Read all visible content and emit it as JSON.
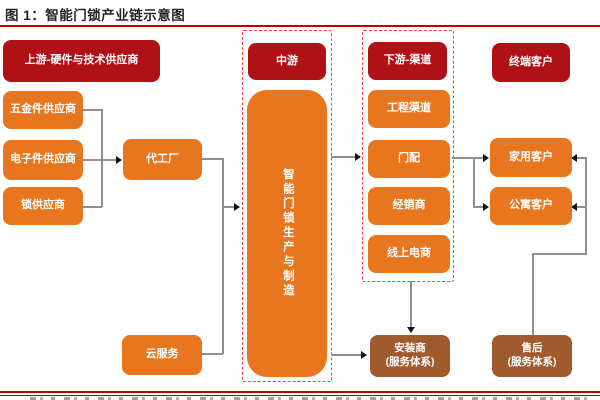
{
  "title": "图 1：智能门锁产业链示意图",
  "diagram": {
    "upstream": {
      "header": "上游-硬件与技术供应商",
      "suppliers": [
        "五金件供应商",
        "电子件供应商",
        "锁供应商"
      ],
      "oem": "代工厂",
      "cloud": "云服务"
    },
    "midstream": {
      "header": "中游",
      "producer": "智能门锁生产与制造"
    },
    "downstream": {
      "header": "下游-渠道",
      "channels": [
        "工程渠道",
        "门配",
        "经销商",
        "线上电商"
      ]
    },
    "terminal": {
      "header": "终端客户",
      "customers": [
        "家用客户",
        "公寓客户"
      ]
    },
    "service": {
      "installer_line1": "安装商",
      "installer_line2": "(服务体系)",
      "aftersales_line1": "售后",
      "aftersales_line2": "(服务体系)"
    }
  },
  "colors": {
    "header_red": "#B01116",
    "node_orange": "#E8761F",
    "service_brown": "#A05A2E",
    "dashed_border_red": "#FF4040",
    "connector_gray": "#8F8F8F",
    "rule_red": "#C00000",
    "title_text": "#262626",
    "node_text": "#FFFFFF"
  }
}
